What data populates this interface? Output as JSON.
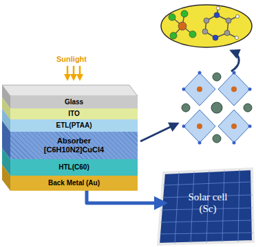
{
  "diagram": {
    "nodes": [
      {
        "text": [
          "Glass"
        ]
      },
      {
        "text": [
          "ITO"
        ]
      },
      {
        "text": [
          "ETL(PTAA)"
        ]
      },
      {
        "text": [
          "Absorber [C6H10N2]CuCl4"
        ]
      },
      {
        "text": [
          "HTL(C60)"
        ]
      },
      {
        "text": [
          "Back Metal (Au)"
        ]
      },
      {
        "text": [
          "Solar cell (Sc)"
        ]
      }
    ],
    "edges": [
      {
        "from": 5,
        "to": 6,
        "arrow": "to"
      }
    ],
    "labels": [
      "Sunlight"
    ]
  }
}
